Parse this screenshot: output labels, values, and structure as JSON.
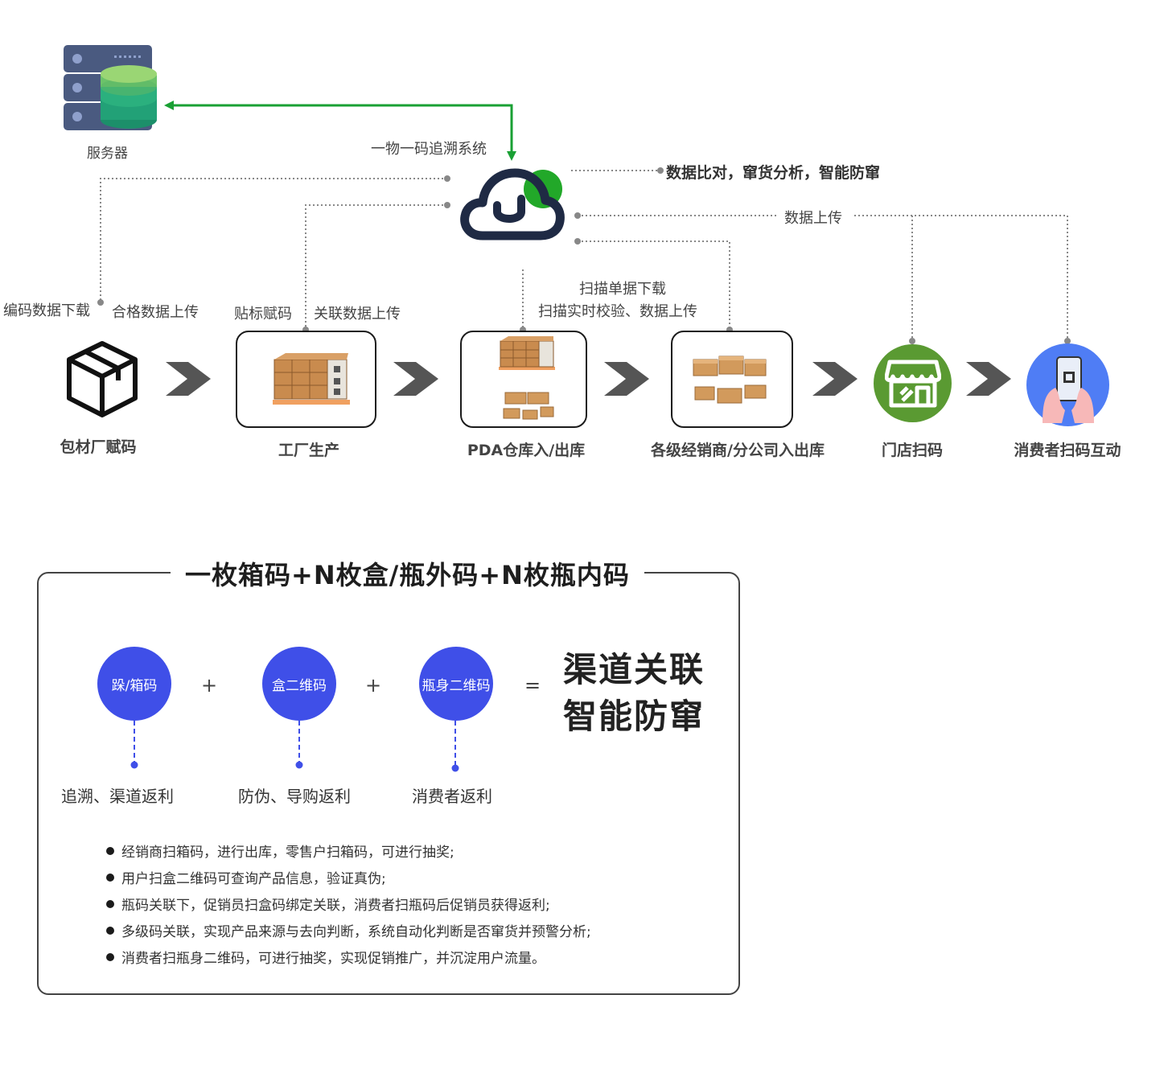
{
  "colors": {
    "arrow_green": "#1aa034",
    "cloud_dark": "#1f2a44",
    "cloud_green": "#22a829",
    "store_green": "#5a9a32",
    "consumer_blue": "#4f7df5",
    "code_blue": "#3f4fe8",
    "chevron_gray": "#555555"
  },
  "server": {
    "label": "服务器",
    "icon": "server-database-icon"
  },
  "trace_system_label": "一物一码追溯系统",
  "cloud": {
    "icon": "cloud-icon"
  },
  "cloud_callouts": {
    "analysis": "数据比对，窜货分析，智能防窜",
    "upload": "数据上传",
    "scan_download": "扫描单据下载",
    "scan_verify": "扫描实时校验、数据上传"
  },
  "flow_labels": {
    "code_download": "编码数据下载",
    "qualified_upload": "合格数据上传",
    "label_assign": "贴标赋码",
    "link_upload": "关联数据上传"
  },
  "stages": [
    {
      "label": "包材厂赋码",
      "icon": "package-box-icon"
    },
    {
      "label": "工厂生产",
      "icon": "pallet-boxes-icon"
    },
    {
      "label": "PDA仓库入/出库",
      "icon": "warehouse-boxes-icon"
    },
    {
      "label": "各级经销商/分公司入出库",
      "icon": "distributor-boxes-icon"
    },
    {
      "label": "门店扫码",
      "icon": "store-icon"
    },
    {
      "label": "消费者扫码互动",
      "icon": "phone-scan-icon"
    }
  ],
  "panel": {
    "title": "一枚箱码+N枚盒/瓶外码+N枚瓶内码",
    "codes": [
      {
        "label": "跺/箱码",
        "benefit": "追溯、渠道返利"
      },
      {
        "label": "盒二维码",
        "benefit": "防伪、导购返利"
      },
      {
        "label": "瓶身二维码",
        "benefit": "消费者返利"
      }
    ],
    "plus": "+",
    "equals": "=",
    "result_line1": "渠道关联",
    "result_line2": "智能防窜",
    "bullets": [
      "经销商扫箱码，进行出库，零售户扫箱码，可进行抽奖;",
      "用户扫盒二维码可查询产品信息，验证真伪;",
      "瓶码关联下，促销员扫盒码绑定关联，消费者扫瓶码后促销员获得返利;",
      "多级码关联，实现产品来源与去向判断，系统自动化判断是否窜货并预警分析;",
      "消费者扫瓶身二维码，可进行抽奖，实现促销推广，并沉淀用户流量。"
    ]
  }
}
